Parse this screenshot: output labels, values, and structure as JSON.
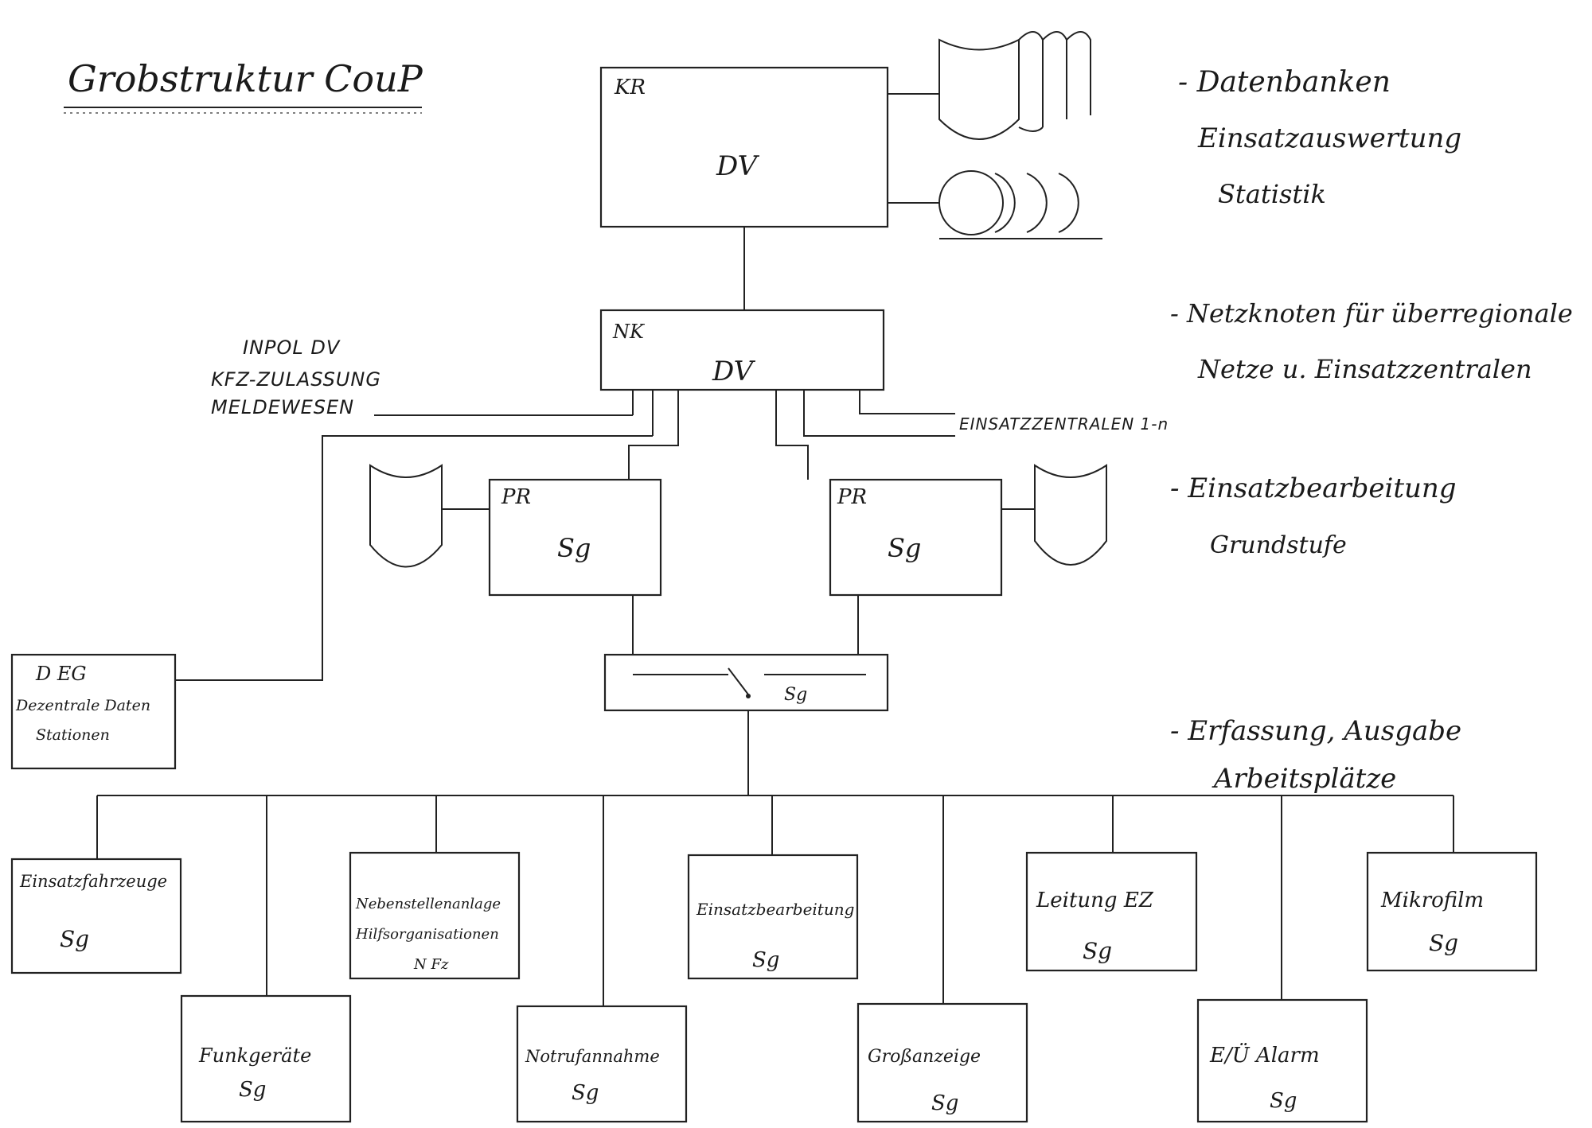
{
  "title": "Grobstruktur CouP",
  "nodes": {
    "kr": {
      "tag": "KR",
      "label": "DV"
    },
    "nk": {
      "tag": "NK",
      "label": "DV"
    },
    "pr_left": {
      "tag": "PR",
      "label": "Sg"
    },
    "pr_right": {
      "tag": "PR",
      "label": "Sg"
    },
    "switch": {
      "label": "Sg"
    },
    "deg": {
      "line1": "D  EG",
      "line2": "Dezentrale Daten",
      "line3": "Stationen"
    }
  },
  "external": {
    "line1": "INPOL      DV",
    "line2": "KFZ-ZULASSUNG",
    "line3": "MELDEWESEN",
    "einsatzzentralen": "EINSATZZENTRALEN 1-n"
  },
  "levels": [
    {
      "lines": [
        "- Datenbanken",
        "Einsatzauswertung",
        "Statistik"
      ]
    },
    {
      "lines": [
        "- Netzknoten für überregionale",
        "Netze u. Einsatzzentralen"
      ]
    },
    {
      "lines": [
        "- Einsatzbearbeitung",
        "Grundstufe"
      ]
    },
    {
      "lines": [
        "- Erfassung, Ausgabe",
        "Arbeitsplätze"
      ]
    }
  ],
  "workstations_top": [
    {
      "label": "Einsatzfahrzeuge",
      "sub": "Sg"
    },
    {
      "label": "Nebenstellenanlage",
      "label2": "Hilfsorganisationen",
      "label3": "N Fz",
      "sub": ""
    },
    {
      "label": "Einsatzbearbeitung",
      "sub": "Sg"
    },
    {
      "label": "Leitung EZ",
      "sub": "Sg"
    },
    {
      "label": "Mikrofilm",
      "sub": "Sg"
    }
  ],
  "workstations_bottom": [
    {
      "label": "Funkgeräte",
      "sub": "Sg"
    },
    {
      "label": "Notrufannahme",
      "sub": "Sg"
    },
    {
      "label": "Großanzeige",
      "sub": "Sg"
    },
    {
      "label": "E/Ü Alarm",
      "sub": "Sg"
    }
  ]
}
